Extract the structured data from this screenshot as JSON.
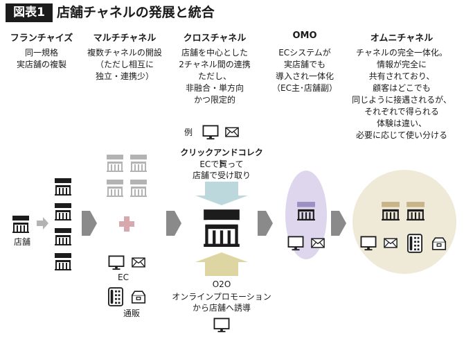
{
  "header": {
    "badge": "図表1",
    "title": "店舗チャネルの発展と統合"
  },
  "columns": [
    {
      "heading": "フランチャイズ",
      "description": "同一規格\n実店舗の複製"
    },
    {
      "heading": "マルチチャネル",
      "description": "複数チャネルの開設\n（ただし相互に\n独立・連携少）"
    },
    {
      "heading": "クロスチャネル",
      "description": "店舗を中心とした\n2チャネル間の連携\nただし、\n非融合・単方向\nかつ限定的"
    },
    {
      "heading": "OMO",
      "description": "ECシステムが\n実店舗でも\n導入され一体化\n（EC主･店舗副）"
    },
    {
      "heading": "オムニチャネル",
      "description": "チャネルの完全一体化。\n情報が完全に\n共有されており、\n顧客はどこでも\n同じように接遇されるが、\nそれぞれで得られる\n体験は違い、\n必要に応じて使い分ける"
    }
  ],
  "labels": {
    "store": "店舗",
    "ec": "EC",
    "mail_order": "通販",
    "example": "例",
    "click_and_collect_title": "クリックアンドコレクト",
    "click_and_collect_desc": "ECで買って\n店舗で受け取り",
    "o2o_title": "O2O",
    "o2o_desc": "オンラインプロモーション\nから店舗へ誘導"
  },
  "icons": [
    "store-icon",
    "monitor-icon",
    "mail-icon",
    "phone-icon",
    "package-icon",
    "plus-icon",
    "arrow-right-icon",
    "arrow-down-icon",
    "arrow-up-icon"
  ],
  "colors": {
    "dark": "#1c1c1c",
    "gray_arrow": "#8a8a8a",
    "light_gray_icon": "#b3b3b3",
    "plus": "#d7a8ae",
    "down_arrow": "#bdd8dc",
    "up_arrow": "#ded6a2",
    "omo_ellipse": "#ddd6ec",
    "omni_circle": "#efe9d8",
    "omo_awning": "#9b8fc4",
    "omni_awning": "#c9b48a"
  }
}
